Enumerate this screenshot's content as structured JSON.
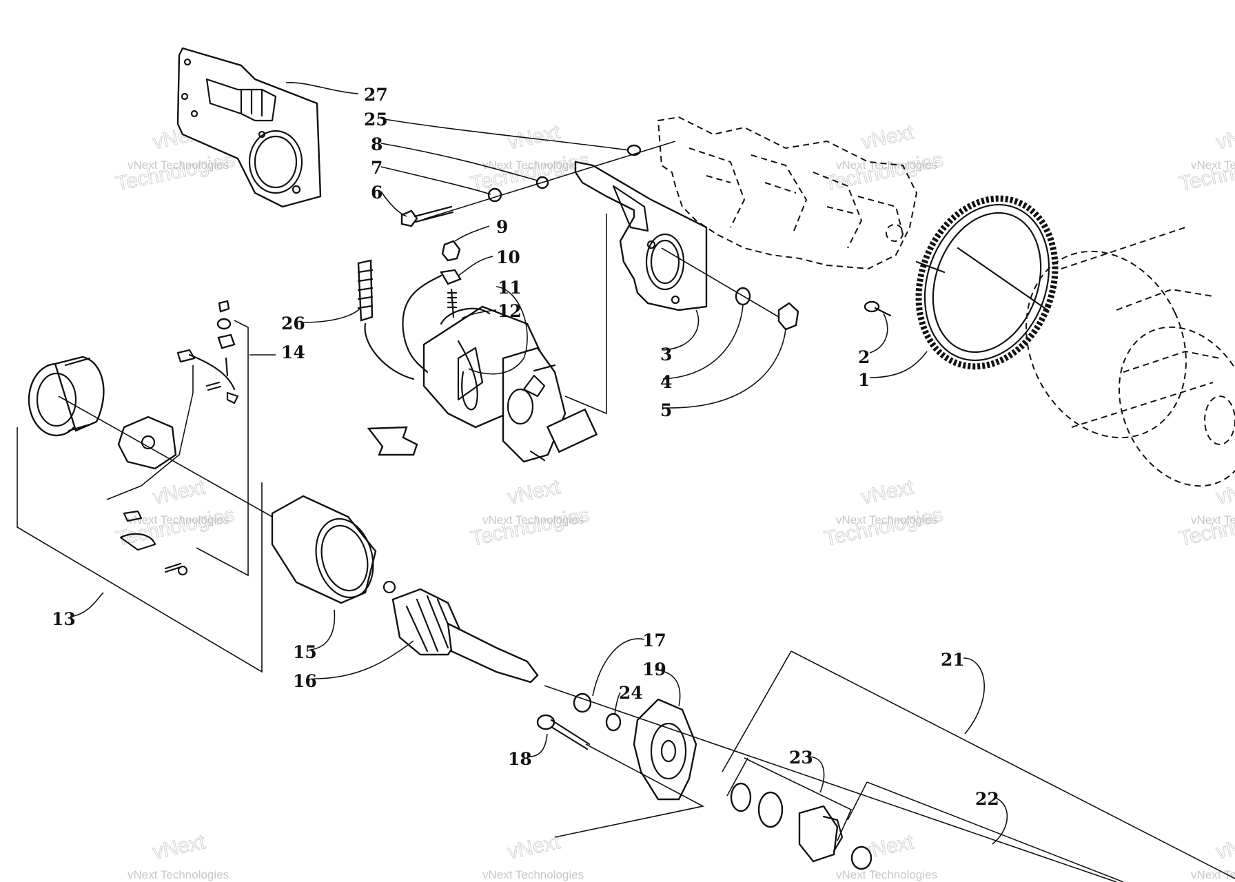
{
  "diagram": {
    "callouts": [
      {
        "id": "1",
        "label": "1"
      },
      {
        "id": "2",
        "label": "2"
      },
      {
        "id": "3",
        "label": "3"
      },
      {
        "id": "4",
        "label": "4"
      },
      {
        "id": "5",
        "label": "5"
      },
      {
        "id": "6",
        "label": "6"
      },
      {
        "id": "7",
        "label": "7"
      },
      {
        "id": "8",
        "label": "8"
      },
      {
        "id": "9",
        "label": "9"
      },
      {
        "id": "10",
        "label": "10"
      },
      {
        "id": "11",
        "label": "11"
      },
      {
        "id": "12",
        "label": "12"
      },
      {
        "id": "13",
        "label": "13"
      },
      {
        "id": "14",
        "label": "14"
      },
      {
        "id": "15",
        "label": "15"
      },
      {
        "id": "16",
        "label": "16"
      },
      {
        "id": "17",
        "label": "17"
      },
      {
        "id": "18",
        "label": "18"
      },
      {
        "id": "19",
        "label": "19"
      },
      {
        "id": "21",
        "label": "21"
      },
      {
        "id": "22",
        "label": "22"
      },
      {
        "id": "23",
        "label": "23"
      },
      {
        "id": "24",
        "label": "24"
      },
      {
        "id": "25",
        "label": "25"
      },
      {
        "id": "26",
        "label": "26"
      },
      {
        "id": "27",
        "label": "27"
      }
    ],
    "watermark": {
      "line1": "vNext Technologies",
      "line2": "vNext",
      "line3": "Technologies"
    },
    "colors": {
      "ink": "#111111",
      "background": "#ffffff",
      "watermark": "#9a9a9a"
    }
  }
}
